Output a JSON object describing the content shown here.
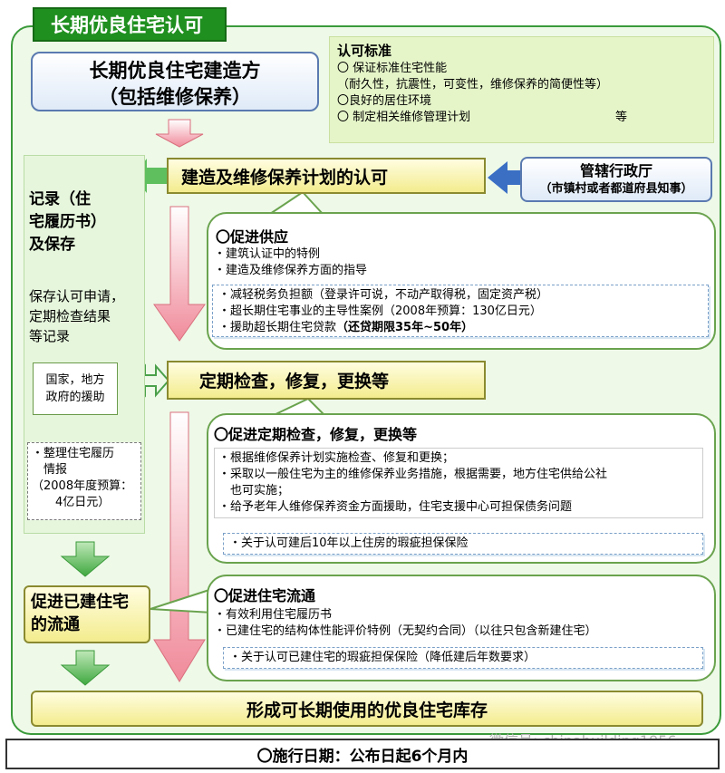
{
  "title_tab": "长期优良住宅认可",
  "builder": {
    "line1": "长期优良住宅建造方",
    "line2": "（包括维修保养）"
  },
  "criteria": {
    "heading": "认可标准",
    "items": [
      "〇 保证标准住宅性能",
      "（耐久性，抗震性，可变性，维修保养的简便性等）",
      "〇良好的居住环境",
      "〇 制定相关维修管理计划"
    ],
    "suffix": "等"
  },
  "approval": "建造及维修保养计划的认可",
  "government": {
    "line1": "管辖行政厅",
    "line2": "（市镇村或者都道府县知事）"
  },
  "left_panel": {
    "record_title_lines": [
      "记录（住",
      "宅履历书）",
      "及保存"
    ],
    "record_desc_lines": [
      "保存认可申请，",
      "定期检查结果",
      "等记录"
    ],
    "aid_lines": [
      "国家，地方",
      "政府的援助"
    ],
    "history_lines": [
      "・整理住宅履历",
      "　情报",
      "（2008年度预算：",
      "　　4亿日元）"
    ]
  },
  "supply": {
    "heading": "〇促进供应",
    "items": [
      "・建筑认证中的特例",
      "・建造及维修保养方面的指导"
    ],
    "sub_items": [
      "・减轻税务负担额（登录许可说，不动产取得税，固定资产税）",
      "・超长期住宅事业的主导性案例（2008年预算：130亿日元）",
      "・援助超长期住宅贷款"
    ],
    "loan_bold": "（还贷期限35年~50年）"
  },
  "inspection": "定期检查，修复，更换等",
  "inspection_promo": {
    "heading": "〇促进定期检查，修复，更换等",
    "items": [
      "・根据维修保养计划实施检查、修复和更换；",
      "・采取以一般住宅为主的维修保养业务措施，根据需要，地方住宅供给公社",
      "　也可实施；",
      "・给予老年人维修保养资金方面援助，住宅支援中心可担保债务问题"
    ],
    "sub_item": "・关于认可建后10年以上住房的瑕疵担保保险"
  },
  "promote_box": {
    "line1": "促进已建住宅",
    "line2": "的流通"
  },
  "circulation": {
    "heading": "〇促进住宅流通",
    "items": [
      "・有效利用住宅履历书",
      "・已建住宅的结构体性能评价特例（无契约合同）（以往只包含新建住宅）"
    ],
    "sub_item": "・关于认可已建住宅的瑕疵担保保险（降低建后年数要求）"
  },
  "final_stock": "形成可长期使用的优良住宅库存",
  "effective_date": "〇施行日期：公布日起6个月内",
  "watermark": "微信号: chinabuilding1956",
  "colors": {
    "green_frame": "#3a9a3a",
    "title_green": "#1f8f1f",
    "yellow_box": "#f3ec8e",
    "arrow_red": "#f2a6b0",
    "arrow_green": "#5fbf5f",
    "arrow_blue": "#3a6fc4"
  }
}
